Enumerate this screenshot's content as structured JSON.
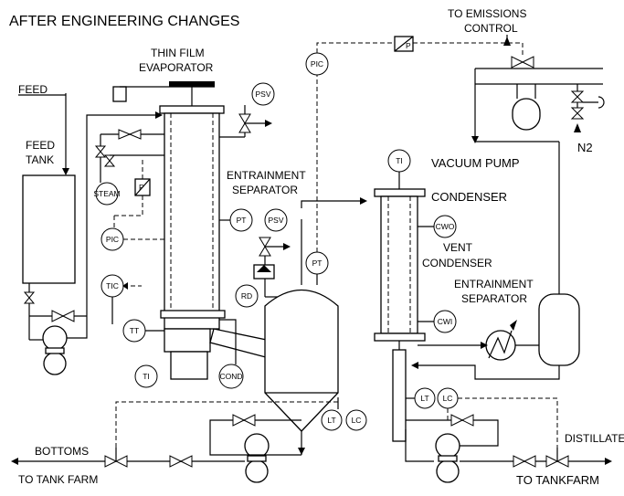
{
  "title": "AFTER ENGINEERING CHANGES",
  "labels": {
    "emissions": [
      "TO EMISSIONS",
      "CONTROL"
    ],
    "thin_film": [
      "THIN FILM",
      "EVAPORATOR"
    ],
    "feed": "FEED",
    "feed_tank": [
      "FEED",
      "TANK"
    ],
    "entrainment_1": [
      "ENTRAINMENT",
      "SEPARATOR"
    ],
    "vacuum_pump": "VACUUM PUMP",
    "n2": "N2",
    "condenser": "CONDENSER",
    "vent_condenser": [
      "VENT",
      "CONDENSER"
    ],
    "entrainment_2": [
      "ENTRAINMENT",
      "SEPARATOR"
    ],
    "bottoms": "BOTTOMS",
    "to_tank_farm": "TO TANK FARM",
    "to_tankfarm": "TO TANKFARM",
    "distillate": "DISTILLATE"
  },
  "instruments": {
    "pic_top": "PIC",
    "psv_1": "PSV",
    "steam": "STEAM",
    "p_box": "P",
    "pic_left": "PIC",
    "tic": "TIC",
    "tt": "TT",
    "ti_bottom": "TI",
    "cond": "COND",
    "pt_1": "PT",
    "psv_2": "PSV",
    "rd": "RD",
    "pt_2": "PT",
    "ti_cond": "TI",
    "cwo": "CWO",
    "cwi": "CWI",
    "lt_1": "LT",
    "lc_1": "LC",
    "lt_2": "LT",
    "lc_2": "LC",
    "p_top": "P"
  }
}
